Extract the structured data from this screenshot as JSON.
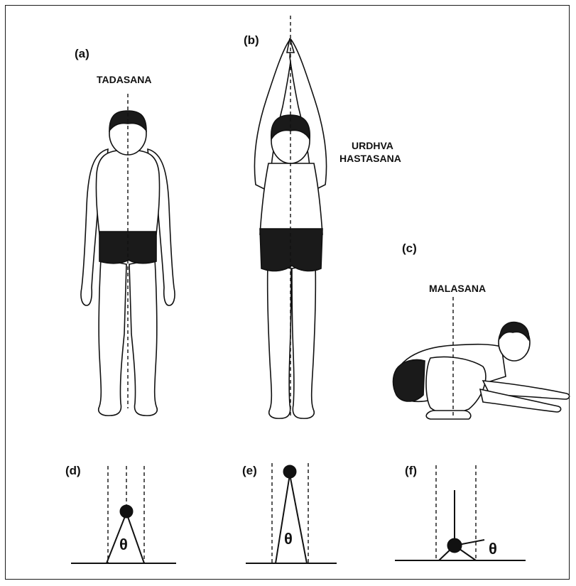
{
  "panels": {
    "a": {
      "label": "(a)",
      "pose": "TADASANA"
    },
    "b": {
      "label": "(b)",
      "pose_line1": "URDHVA",
      "pose_line2": "HASTASANA"
    },
    "c": {
      "label": "(c)",
      "pose": "MALASANA"
    },
    "d": {
      "label": "(d)",
      "theta": "θ"
    },
    "e": {
      "label": "(e)",
      "theta": "θ"
    },
    "f": {
      "label": "(f)",
      "theta": "θ"
    }
  },
  "colors": {
    "ink": "#111111",
    "skin": "#ffffff",
    "hair": "#1a1a1a"
  }
}
